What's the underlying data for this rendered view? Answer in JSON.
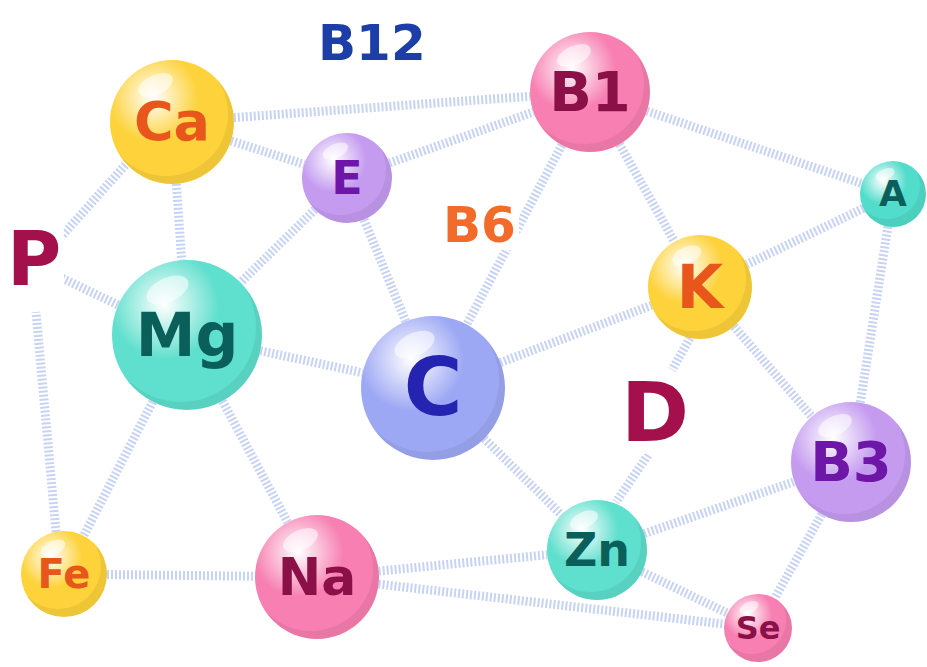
{
  "diagram": {
    "nodes": [
      {
        "text": [
          "Ca"
        ]
      },
      {
        "text": [
          "B1"
        ]
      },
      {
        "text": [
          "E"
        ]
      },
      {
        "text": [
          "A"
        ]
      },
      {
        "text": [
          "Mg"
        ]
      },
      {
        "text": [
          "C"
        ]
      },
      {
        "text": [
          "K"
        ]
      },
      {
        "text": [
          "B3"
        ]
      },
      {
        "text": [
          "Fe"
        ]
      },
      {
        "text": [
          "Na"
        ]
      },
      {
        "text": [
          "Zn"
        ]
      },
      {
        "text": [
          "Se"
        ]
      }
    ],
    "edges": [
      {
        "from": 0,
        "to": 1,
        "arrow": "none"
      },
      {
        "from": 0,
        "to": 2,
        "arrow": "none"
      },
      {
        "from": 0,
        "to": 4,
        "arrow": "none"
      },
      {
        "from": 2,
        "to": 1,
        "arrow": "none"
      },
      {
        "from": 2,
        "to": 4,
        "arrow": "none"
      },
      {
        "from": 2,
        "to": 5,
        "arrow": "none"
      },
      {
        "from": 1,
        "to": 5,
        "arrow": "none"
      },
      {
        "from": 1,
        "to": 6,
        "arrow": "none"
      },
      {
        "from": 1,
        "to": 3,
        "arrow": "none"
      },
      {
        "from": 3,
        "to": 6,
        "arrow": "none"
      },
      {
        "from": 3,
        "to": 7,
        "arrow": "none"
      },
      {
        "from": 4,
        "to": 5,
        "arrow": "none"
      },
      {
        "from": 4,
        "to": 9,
        "arrow": "none"
      },
      {
        "from": 4,
        "to": 8,
        "arrow": "none"
      },
      {
        "from": 8,
        "to": 9,
        "arrow": "none"
      },
      {
        "from": 5,
        "to": 6,
        "arrow": "none"
      },
      {
        "from": 5,
        "to": 10,
        "arrow": "none"
      },
      {
        "from": 6,
        "to": 7,
        "arrow": "none"
      },
      {
        "from": 10,
        "to": 7,
        "arrow": "none"
      },
      {
        "from": 10,
        "to": 11,
        "arrow": "none"
      },
      {
        "from": 7,
        "to": 11,
        "arrow": "none"
      },
      {
        "from": 9,
        "to": 10,
        "arrow": "none"
      },
      {
        "from": 9,
        "to": 11,
        "arrow": "none"
      }
    ],
    "labels": [
      "B12",
      "P",
      "B6",
      "D"
    ]
  }
}
